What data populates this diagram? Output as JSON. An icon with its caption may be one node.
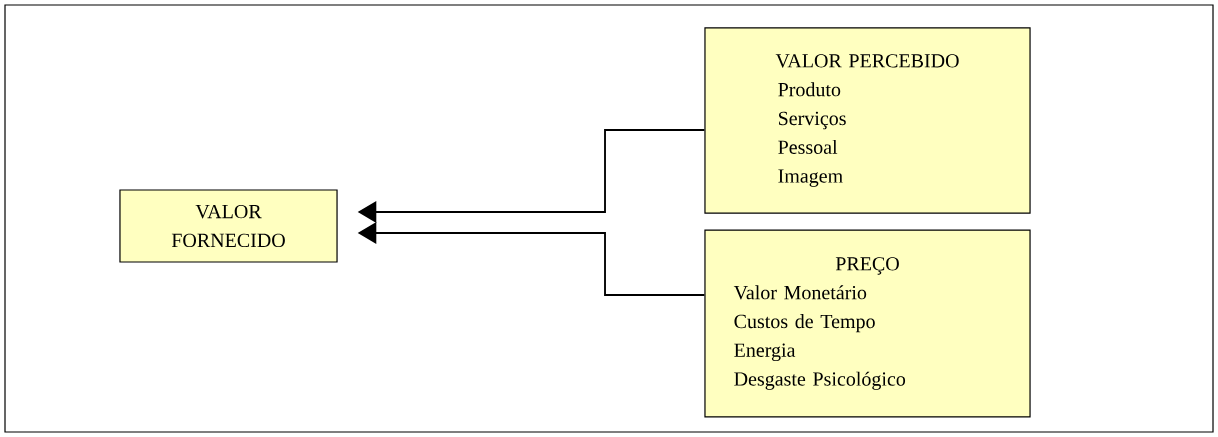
{
  "diagram": {
    "nodes": [
      {
        "text": [
          "VALOR FORNECIDO"
        ]
      },
      {
        "text": [
          "VALOR PERCEBIDO",
          "Produto",
          "Serviços",
          "Pessoal",
          "Imagem"
        ]
      },
      {
        "text": [
          "PREÇO",
          "Valor Monetário",
          "Custos de Tempo",
          "Energia",
          "Desgaste Psicológico"
        ]
      }
    ],
    "edges": [
      {
        "from": 1,
        "to": 0,
        "arrow": "to"
      },
      {
        "from": 2,
        "to": 0,
        "arrow": "to"
      }
    ]
  }
}
